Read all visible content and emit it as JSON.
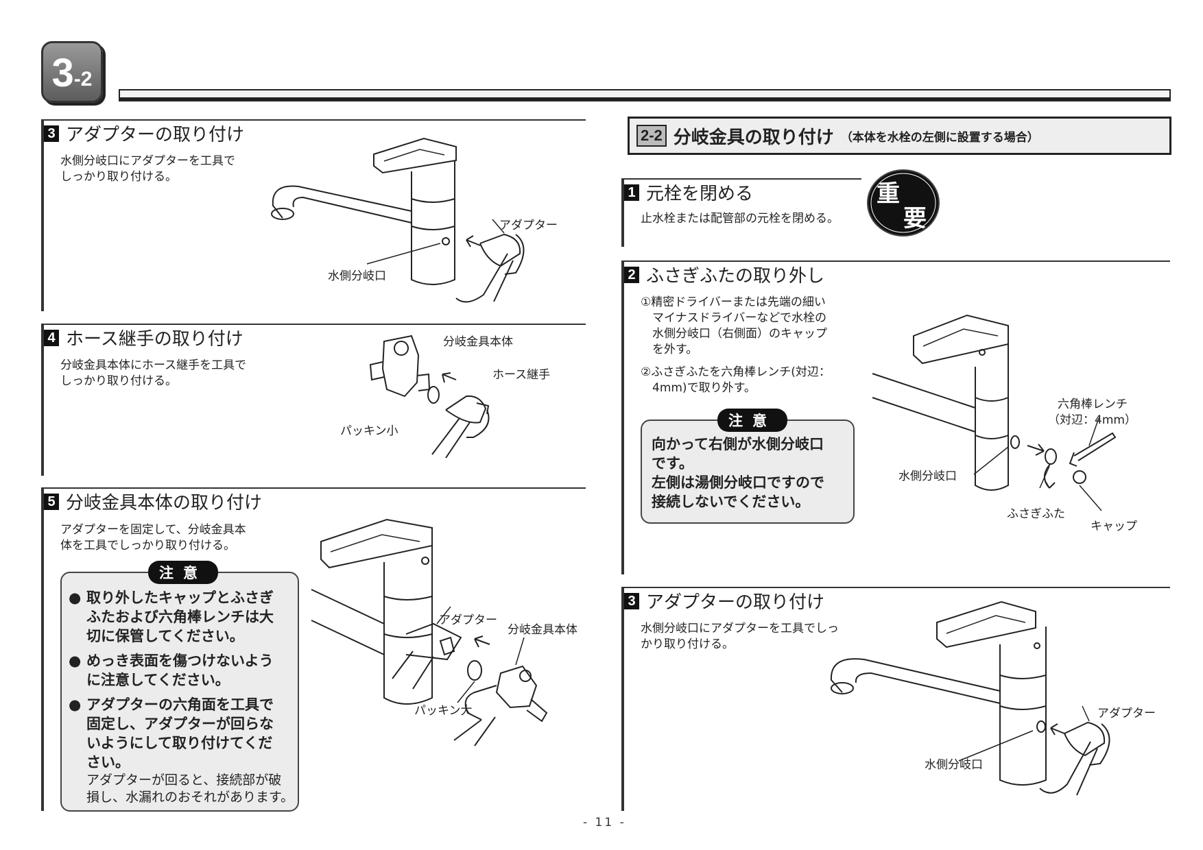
{
  "chapter": {
    "main": "3",
    "sub": "-2"
  },
  "left": {
    "s3": {
      "num": "3",
      "title": "アダプターの取り付け",
      "line1": "水側分岐口にアダプターを工具で",
      "line2": "しっかり取り付ける。",
      "label_adapter": "アダプター",
      "label_outlet": "水側分岐口"
    },
    "s4": {
      "num": "4",
      "title": "ホース継手の取り付け",
      "line1": "分岐金具本体にホース継手を工具で",
      "line2": "しっかり取り付ける。",
      "label_body": "分岐金具本体",
      "label_joint": "ホース継手",
      "label_packing": "パッキン小"
    },
    "s5": {
      "num": "5",
      "title": "分岐金具本体の取り付け",
      "line1": "アダプターを固定して、分岐金具本",
      "line2": "体を工具でしっかり取り付ける。",
      "label_adapter": "アダプター",
      "label_body": "分岐金具本体",
      "label_packing": "パッキン大",
      "caution": {
        "tag": "注意",
        "b1": [
          "取り外したキャップとふさぎ",
          "ふたおよび六角棒レンチは大",
          "切に保管してください。"
        ],
        "b2": [
          "めっき表面を傷つけないよう",
          "に注意してください。"
        ],
        "b3": [
          "アダプターの六角面を工具で",
          "固定し、アダプターが回らな",
          "いようにして取り付けてくだ",
          "さい。"
        ],
        "n1": "アダプターが回ると、接続部が破",
        "n2": "損し、水漏れのおそれがあります。"
      }
    }
  },
  "right": {
    "header": {
      "badge": "2-2",
      "title": "分岐金具の取り付け",
      "note": "（本体を水栓の左側に設置する場合）"
    },
    "important": {
      "c1": "重",
      "c2": "要"
    },
    "s1": {
      "num": "1",
      "title": "元栓を閉める",
      "line1": "止水栓または配管部の元栓を閉める。"
    },
    "s2": {
      "num": "2",
      "title": "ふさぎふたの取り外し",
      "p1": [
        "①精密ドライバーまたは先端の細い",
        "　マイナスドライバーなどで水栓の",
        "　水側分岐口（右側面）のキャップ",
        "　を外す。"
      ],
      "p2": [
        "②ふさぎふたを六角棒レンチ(対辺：",
        "　4mm)で取り外す。"
      ],
      "caution": {
        "tag": "注意",
        "lines": [
          "向かって右側が水側分岐口",
          "です。",
          "左側は湯側分岐口ですので",
          "接続しないでください。"
        ]
      },
      "label_wrench1": "六角棒レンチ",
      "label_wrench2": "（対辺：4mm）",
      "label_outlet": "水側分岐口",
      "label_plug": "ふさぎふた",
      "label_cap": "キャップ"
    },
    "s3": {
      "num": "3",
      "title": "アダプターの取り付け",
      "line1": "水側分岐口にアダプターを工具でしっ",
      "line2": "かり取り付ける。",
      "label_adapter": "アダプター",
      "label_outlet": "水側分岐口"
    }
  },
  "page_number": "- 11 -"
}
